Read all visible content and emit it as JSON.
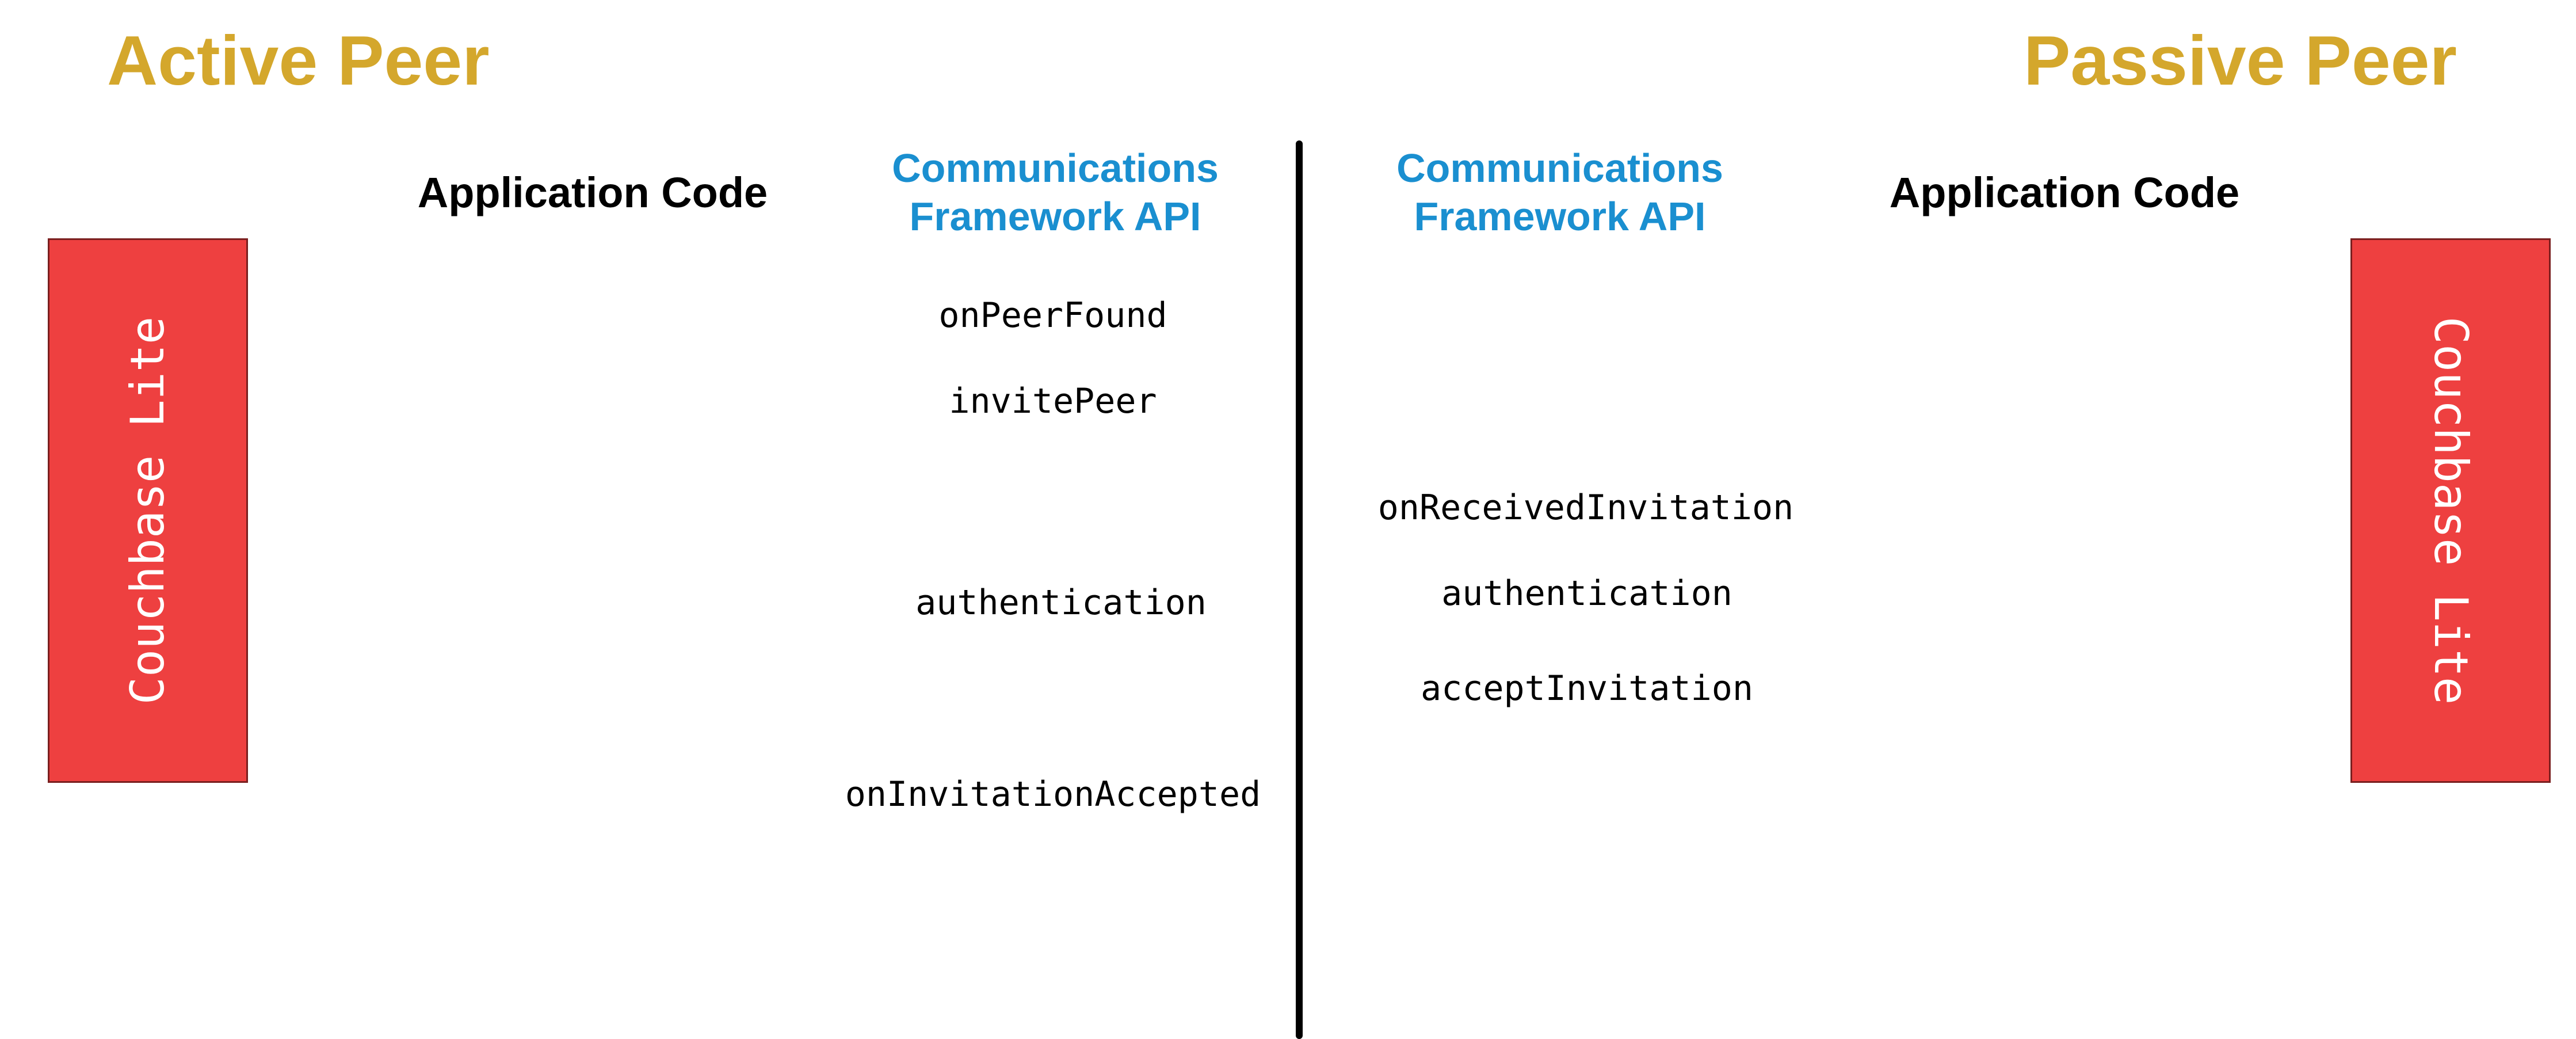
{
  "colors": {
    "peer_title": "#d4a72c",
    "comm_api": "#1a8fd0",
    "couchbase_box": "#ee4040",
    "divider": "#000000"
  },
  "active_peer": {
    "title": "Active Peer",
    "app_code_label": "Application Code",
    "comm_api_label": [
      "Communications",
      "Framework API"
    ],
    "couchbase_label": "Couchbase Lite",
    "calls": {
      "on_peer_found": "onPeerFound",
      "invite_peer": "invitePeer",
      "authentication": "authentication",
      "on_invitation_accepted": "onInvitationAccepted"
    }
  },
  "passive_peer": {
    "title": "Passive Peer",
    "app_code_label": "Application Code",
    "comm_api_label": [
      "Communications",
      "Framework API"
    ],
    "couchbase_label": "Couchbase Lite",
    "calls": {
      "on_received_invitation": "onReceivedInvitation",
      "authentication": "authentication",
      "accept_invitation": "acceptInvitation"
    }
  }
}
